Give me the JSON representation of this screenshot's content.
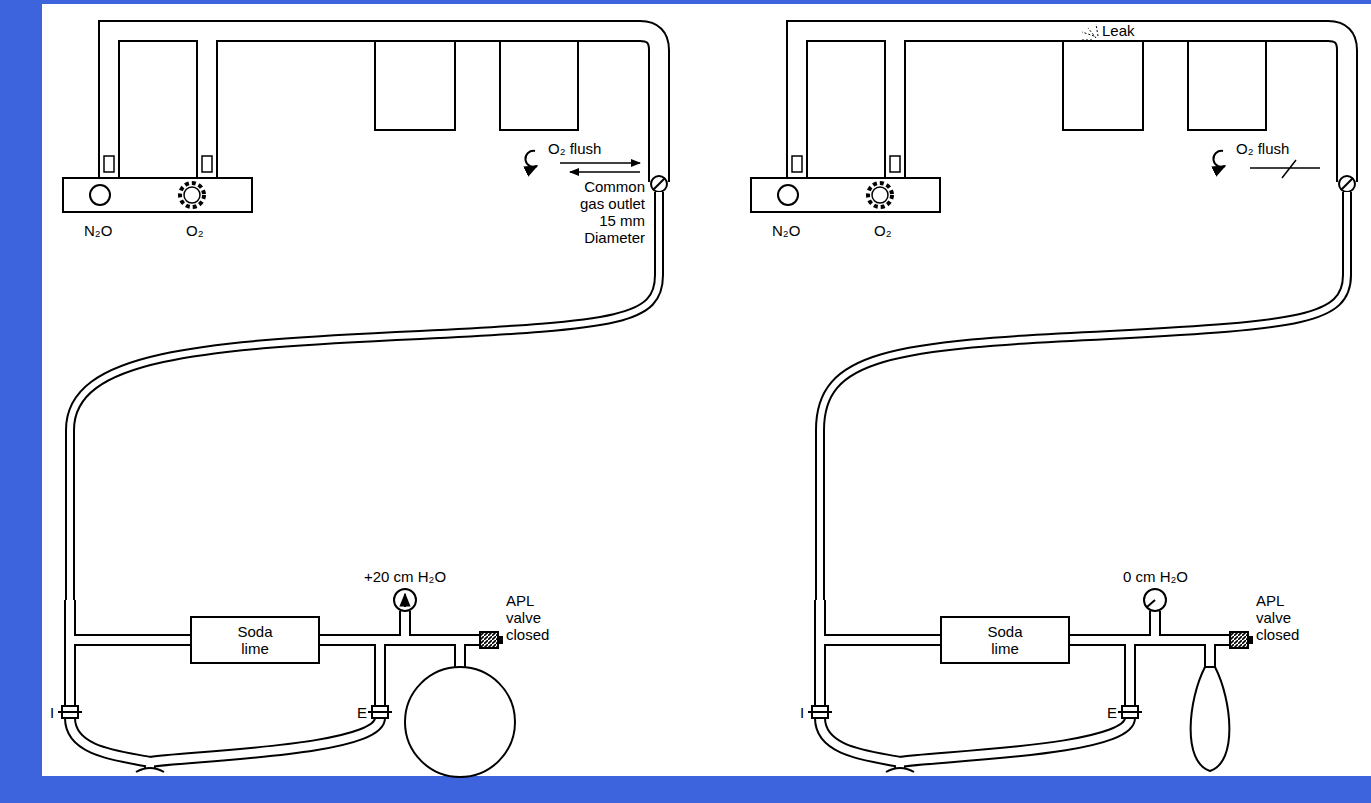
{
  "diagram": {
    "nodes": [
      {
        "text": [
          "Soda lime"
        ]
      },
      {
        "text": [
          "Soda lime"
        ]
      }
    ],
    "labels": [
      "N₂O",
      "O₂",
      "O₂ flush",
      "Common gas outlet 15 mm Diameter",
      "+20 cm H₂O",
      "I",
      "E",
      "APL valve closed",
      "Leak",
      "N₂O",
      "O₂",
      "O₂ flush",
      "0 cm H₂O",
      "I",
      "E",
      "APL valve closed"
    ]
  }
}
